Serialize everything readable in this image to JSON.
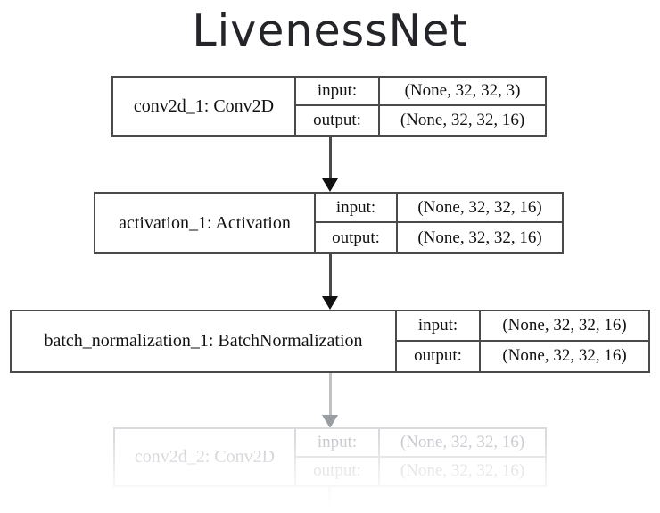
{
  "diagram": {
    "title": "LivenessNet",
    "io_labels": {
      "input": "input:",
      "output": "output:"
    },
    "colors": {
      "border": "#4a4a4a",
      "text": "#111111",
      "title": "#242529",
      "faded_border": "#d9dadd",
      "faded_text": "#c3c5ca",
      "arrow": "#111111",
      "background": "#ffffff"
    },
    "nodes": [
      {
        "name": "conv2d_1: Conv2D",
        "input_label": "input:",
        "output_label": "output:",
        "input_shape": "(None, 32, 32, 3)",
        "output_shape": "(None, 32, 32, 16)",
        "state": "visible"
      },
      {
        "name": "activation_1: Activation",
        "input_label": "input:",
        "output_label": "output:",
        "input_shape": "(None, 32, 32, 16)",
        "output_shape": "(None, 32, 32, 16)",
        "state": "visible"
      },
      {
        "name": "batch_normalization_1: BatchNormalization",
        "input_label": "input:",
        "output_label": "output:",
        "input_shape": "(None, 32, 32, 16)",
        "output_shape": "(None, 32, 32, 16)",
        "state": "visible"
      },
      {
        "name": "conv2d_2: Conv2D",
        "input_label": "input:",
        "output_label": "output:",
        "input_shape": "(None, 32, 32, 16)",
        "output_shape": "(None, 32, 32, 16)",
        "state": "faded"
      }
    ]
  }
}
